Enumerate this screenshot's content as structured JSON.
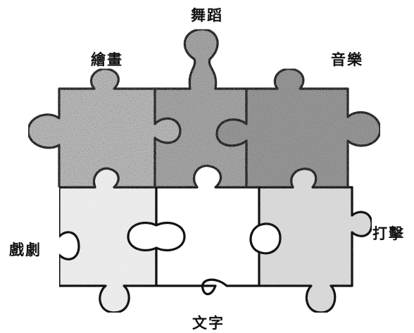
{
  "labels": {
    "top": "舞蹈",
    "upper_left": "繪畫",
    "upper_right": "音樂",
    "left": "戲劇",
    "right": "打擊",
    "bottom": "文字"
  },
  "pieces": [
    {
      "id": "painting",
      "label_key": "upper_left",
      "fill": "#bdbdbd",
      "texture": "speckle-medium"
    },
    {
      "id": "dance",
      "label_key": "top",
      "fill": "#a9a9a9",
      "texture": "speckle-dark"
    },
    {
      "id": "music",
      "label_key": "upper_right",
      "fill": "#9a9a9a",
      "texture": "speckle-dark"
    },
    {
      "id": "drama",
      "label_key": "left",
      "fill": "#ececec",
      "texture": "speckle-light"
    },
    {
      "id": "text",
      "label_key": "bottom",
      "fill": "#ffffff",
      "texture": "none"
    },
    {
      "id": "percussion",
      "label_key": "right",
      "fill": "#d9d9d9",
      "texture": "speckle-light"
    }
  ]
}
